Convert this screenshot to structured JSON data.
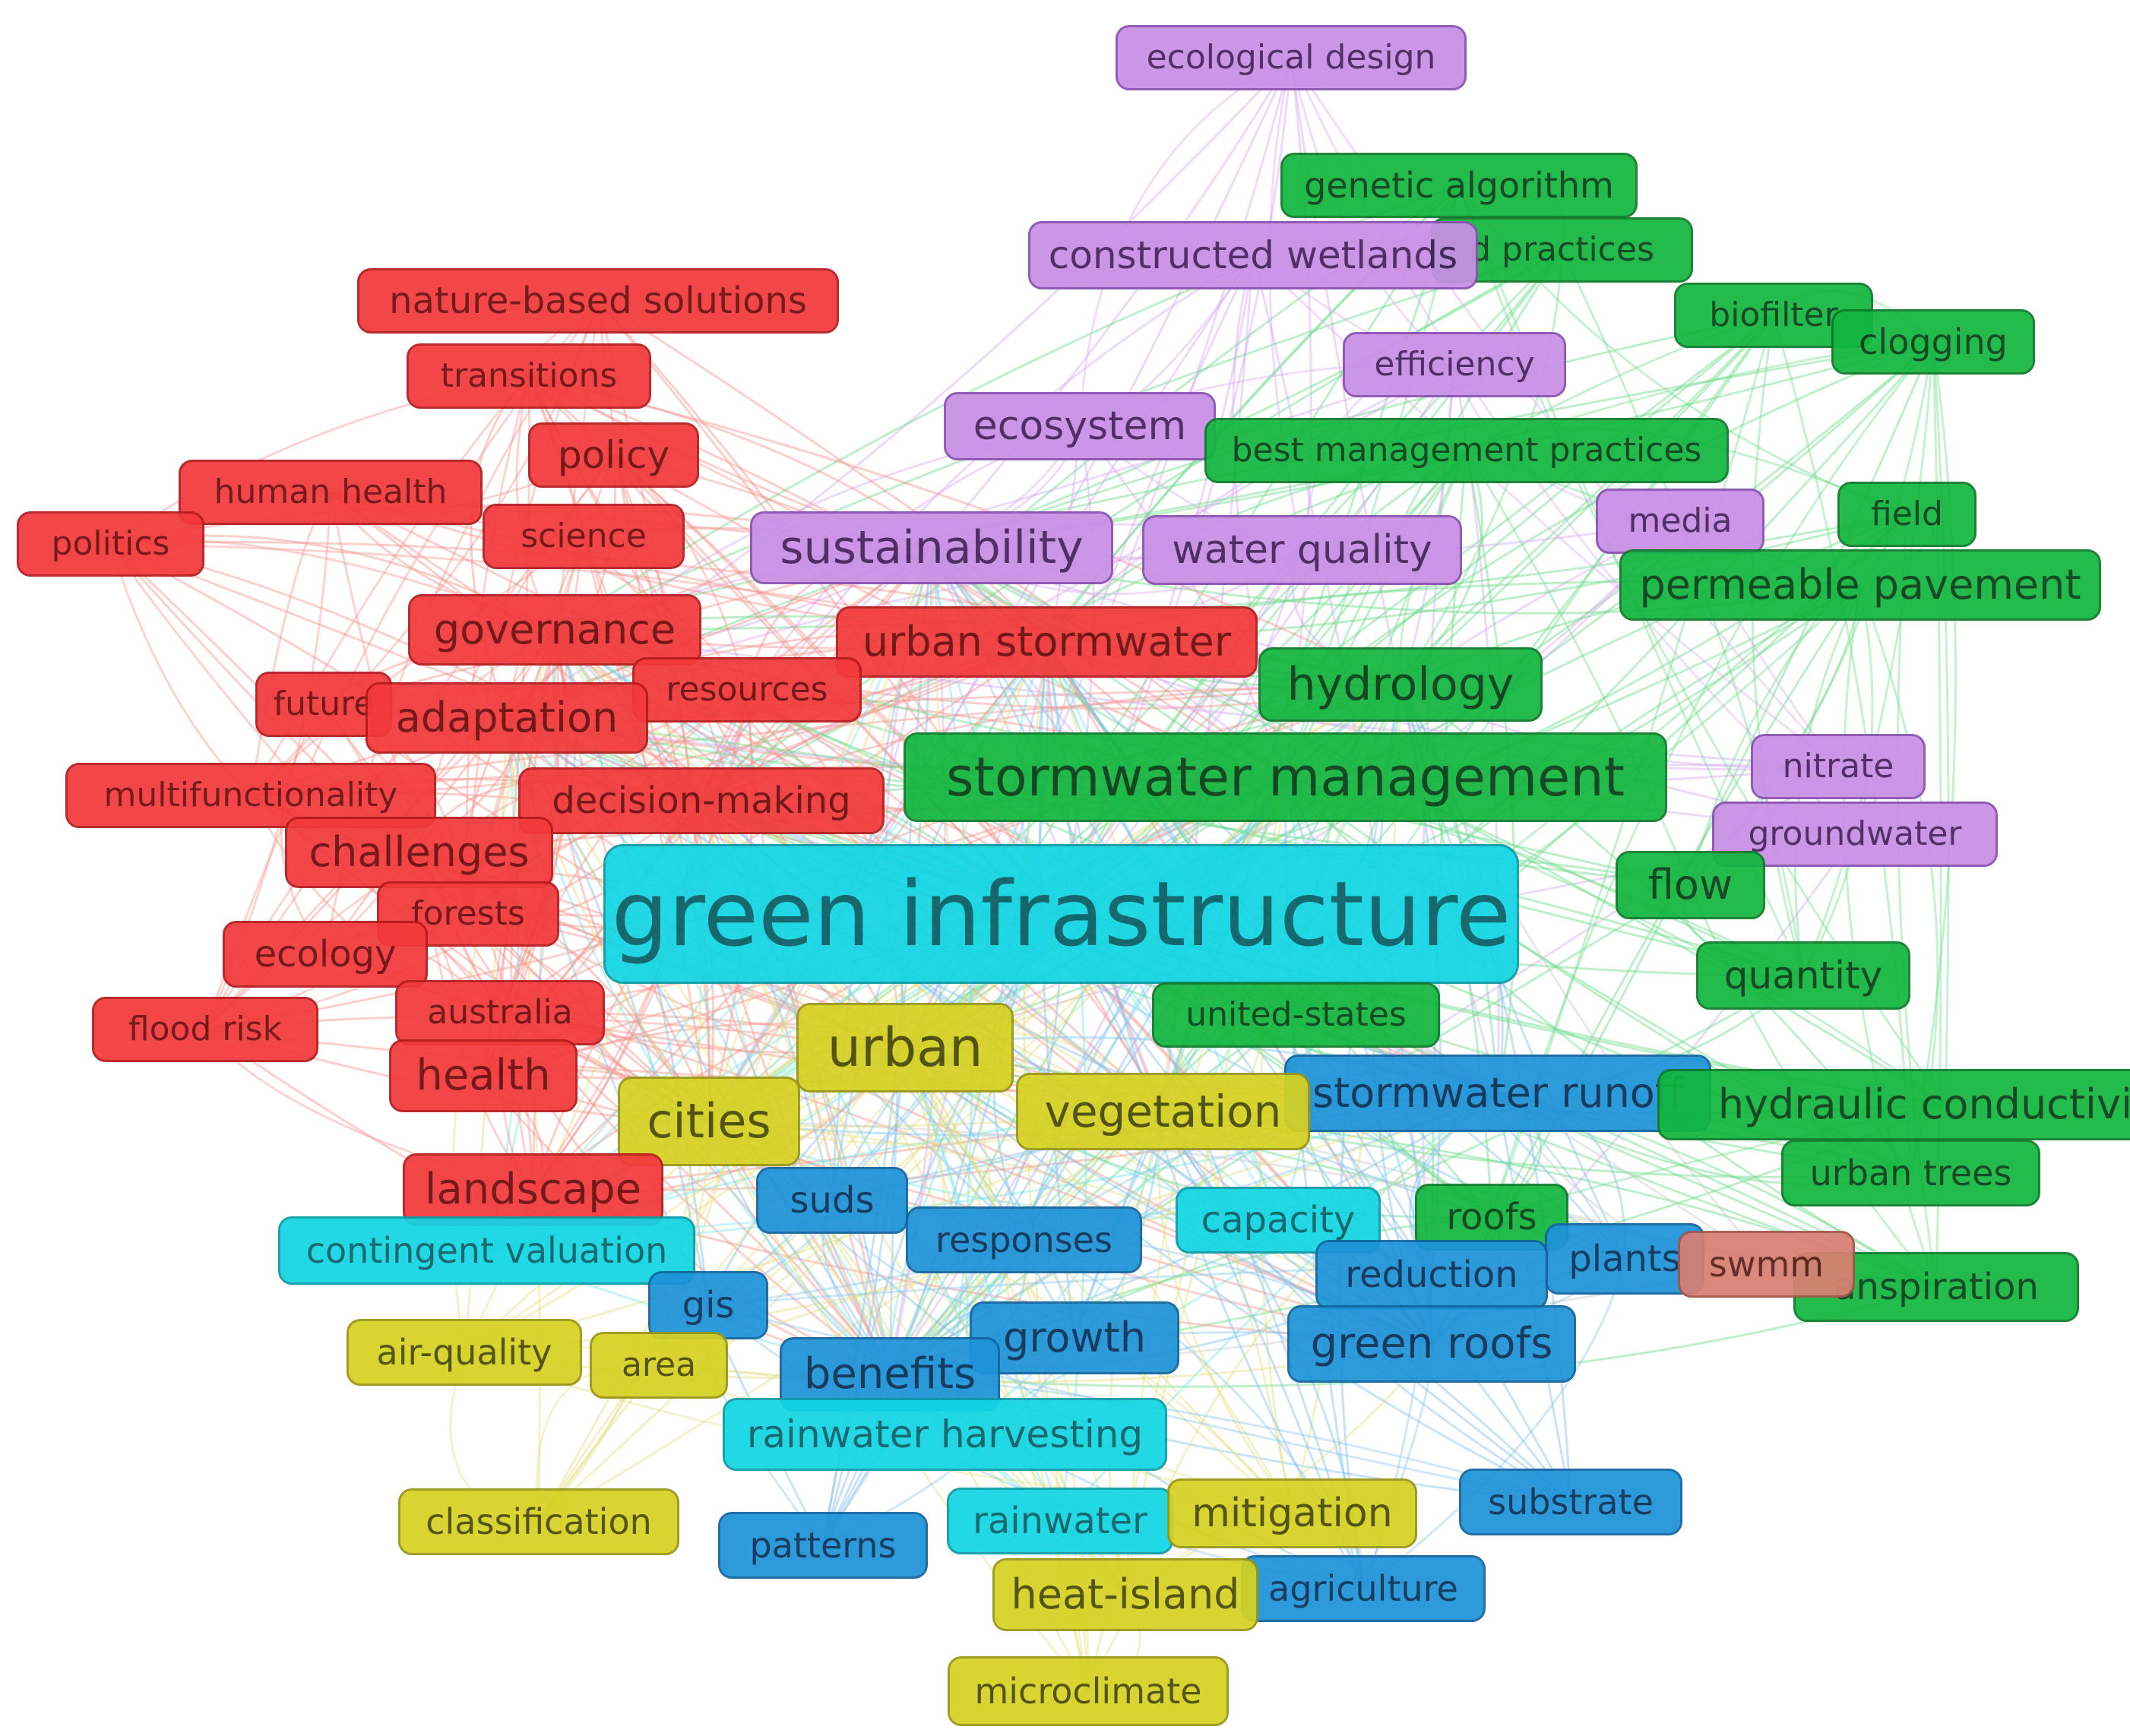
{
  "colors": {
    "red": "#f2393b",
    "green": "#12b63f",
    "purple": "#c98fe6",
    "cyan": "#12d6e3",
    "blue": "#1e93d8",
    "yellow": "#d6d122",
    "salmon": "#d97f73",
    "edge_red": "#f5948f",
    "edge_green": "#6fdc8c",
    "edge_purple": "#d8aaf0",
    "edge_cyan": "#7de6ee",
    "edge_blue": "#86c2ea",
    "edge_yellow": "#e4e086"
  },
  "keywords": [
    {
      "id": "ecological-design",
      "label": "ecological design",
      "cluster": "purple"
    },
    {
      "id": "genetic-algorithm",
      "label": "genetic algorithm",
      "cluster": "green"
    },
    {
      "id": "practices",
      "label": "d practices",
      "cluster": "green"
    },
    {
      "id": "constructed-wetlands",
      "label": "constructed wetlands",
      "cluster": "purple"
    },
    {
      "id": "biofilter",
      "label": "biofilter",
      "cluster": "green"
    },
    {
      "id": "clogging",
      "label": "clogging",
      "cluster": "green"
    },
    {
      "id": "efficiency",
      "label": "efficiency",
      "cluster": "purple"
    },
    {
      "id": "ecosystem",
      "label": "ecosystem",
      "cluster": "purple"
    },
    {
      "id": "best-management-practices",
      "label": "best management practices",
      "cluster": "green"
    },
    {
      "id": "media",
      "label": "media",
      "cluster": "purple"
    },
    {
      "id": "field",
      "label": "field",
      "cluster": "green"
    },
    {
      "id": "sustainability",
      "label": "sustainability",
      "cluster": "purple"
    },
    {
      "id": "water-quality",
      "label": "water quality",
      "cluster": "purple"
    },
    {
      "id": "permeable-pavement",
      "label": "permeable pavement",
      "cluster": "green"
    },
    {
      "id": "nature-based-solutions",
      "label": "nature-based solutions",
      "cluster": "red"
    },
    {
      "id": "transitions",
      "label": "transitions",
      "cluster": "red"
    },
    {
      "id": "policy",
      "label": "policy",
      "cluster": "red"
    },
    {
      "id": "human-health",
      "label": "human health",
      "cluster": "red"
    },
    {
      "id": "politics",
      "label": "politics",
      "cluster": "red"
    },
    {
      "id": "science",
      "label": "science",
      "cluster": "red"
    },
    {
      "id": "governance",
      "label": "governance",
      "cluster": "red"
    },
    {
      "id": "urban-stormwater",
      "label": "urban stormwater",
      "cluster": "red"
    },
    {
      "id": "hydrology",
      "label": "hydrology",
      "cluster": "green"
    },
    {
      "id": "future",
      "label": "future",
      "cluster": "red"
    },
    {
      "id": "resources",
      "label": "resources",
      "cluster": "red"
    },
    {
      "id": "adaptation",
      "label": "adaptation",
      "cluster": "red"
    },
    {
      "id": "stormwater-management",
      "label": "stormwater management",
      "cluster": "green"
    },
    {
      "id": "nitrate",
      "label": "nitrate",
      "cluster": "purple"
    },
    {
      "id": "multifunctionality",
      "label": "multifunctionality",
      "cluster": "red"
    },
    {
      "id": "decision-making",
      "label": "decision-making",
      "cluster": "red"
    },
    {
      "id": "groundwater",
      "label": "groundwater",
      "cluster": "purple"
    },
    {
      "id": "challenges",
      "label": "challenges",
      "cluster": "red"
    },
    {
      "id": "flow",
      "label": "flow",
      "cluster": "green"
    },
    {
      "id": "forests",
      "label": "forests",
      "cluster": "red"
    },
    {
      "id": "green-infrastructure",
      "label": "green infrastructure",
      "cluster": "cyan"
    },
    {
      "id": "ecology",
      "label": "ecology",
      "cluster": "red"
    },
    {
      "id": "quantity",
      "label": "quantity",
      "cluster": "green"
    },
    {
      "id": "australia",
      "label": "australia",
      "cluster": "red"
    },
    {
      "id": "flood-risk",
      "label": "flood risk",
      "cluster": "red"
    },
    {
      "id": "united-states",
      "label": "united-states",
      "cluster": "green"
    },
    {
      "id": "urban",
      "label": "urban",
      "cluster": "yellow"
    },
    {
      "id": "health",
      "label": "health",
      "cluster": "red"
    },
    {
      "id": "stormwater-runoff",
      "label": "stormwater runoff",
      "cluster": "blue"
    },
    {
      "id": "hydraulic-conductivity",
      "label": "hydraulic conductivity",
      "cluster": "green"
    },
    {
      "id": "cities",
      "label": "cities",
      "cluster": "yellow"
    },
    {
      "id": "vegetation",
      "label": "vegetation",
      "cluster": "yellow"
    },
    {
      "id": "urban-trees",
      "label": "urban trees",
      "cluster": "green"
    },
    {
      "id": "landscape",
      "label": "landscape",
      "cluster": "red"
    },
    {
      "id": "suds",
      "label": "suds",
      "cluster": "blue"
    },
    {
      "id": "capacity",
      "label": "capacity",
      "cluster": "cyan"
    },
    {
      "id": "roofs",
      "label": "roofs",
      "cluster": "green"
    },
    {
      "id": "responses",
      "label": "responses",
      "cluster": "blue"
    },
    {
      "id": "transpiration",
      "label": "anspiration",
      "cluster": "green"
    },
    {
      "id": "plants",
      "label": "plants",
      "cluster": "blue"
    },
    {
      "id": "contingent-valuation",
      "label": "contingent valuation",
      "cluster": "cyan"
    },
    {
      "id": "reduction",
      "label": "reduction",
      "cluster": "blue"
    },
    {
      "id": "swmm",
      "label": "swmm",
      "cluster": "salmon"
    },
    {
      "id": "gis",
      "label": "gis",
      "cluster": "blue"
    },
    {
      "id": "growth",
      "label": "growth",
      "cluster": "blue"
    },
    {
      "id": "green-roofs",
      "label": "green roofs",
      "cluster": "blue"
    },
    {
      "id": "air-quality",
      "label": "air-quality",
      "cluster": "yellow"
    },
    {
      "id": "area",
      "label": "area",
      "cluster": "yellow"
    },
    {
      "id": "benefits",
      "label": "benefits",
      "cluster": "blue"
    },
    {
      "id": "rainwater-harvesting",
      "label": "rainwater harvesting",
      "cluster": "cyan"
    },
    {
      "id": "substrate",
      "label": "substrate",
      "cluster": "blue"
    },
    {
      "id": "classification",
      "label": "classification",
      "cluster": "yellow"
    },
    {
      "id": "rainwater",
      "label": "rainwater",
      "cluster": "cyan"
    },
    {
      "id": "mitigation",
      "label": "mitigation",
      "cluster": "yellow"
    },
    {
      "id": "patterns",
      "label": "patterns",
      "cluster": "blue"
    },
    {
      "id": "agriculture",
      "label": "agriculture",
      "cluster": "blue"
    },
    {
      "id": "heat-island",
      "label": "heat-island",
      "cluster": "yellow"
    },
    {
      "id": "microclimate",
      "label": "microclimate",
      "cluster": "yellow"
    }
  ]
}
